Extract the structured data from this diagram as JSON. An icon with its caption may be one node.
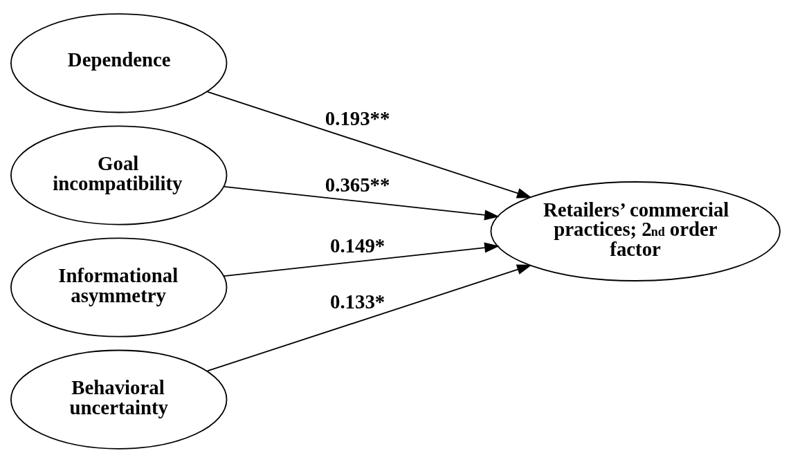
{
  "diagram": {
    "nodes": [
      {
        "text": [
          "Dependence"
        ]
      },
      {
        "text": [
          "Goal incompatibility"
        ]
      },
      {
        "text": [
          "Informational asymmetry"
        ]
      },
      {
        "text": [
          "Behavioral uncertainty"
        ]
      },
      {
        "text": [
          "Retailers’ commercial practices; 2$^{nd}$ order factor"
        ]
      }
    ],
    "edges": [
      {
        "from": 0,
        "to": 4,
        "arrow": "to",
        "label": "0.193**"
      },
      {
        "from": 1,
        "to": 4,
        "arrow": "to",
        "label": "0.365**"
      },
      {
        "from": 2,
        "to": 4,
        "arrow": "to",
        "label": "0.149*"
      },
      {
        "from": 3,
        "to": 4,
        "arrow": "to",
        "label": "0.133*"
      }
    ]
  }
}
